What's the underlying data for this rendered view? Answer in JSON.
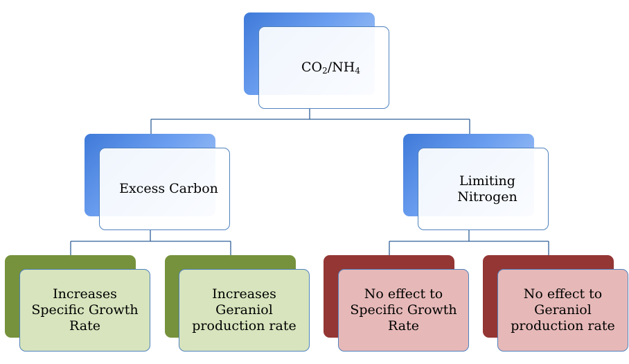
{
  "diagram": {
    "root": {
      "label_main_1": "CO",
      "label_sub_1": "2",
      "label_sep": "/NH",
      "label_sub_2": "4"
    },
    "branches": [
      {
        "label": "Excess Carbon",
        "children": [
          {
            "label": "Increases\nSpecific Growth\nRate"
          },
          {
            "label": "Increases\nGeraniol\nproduction rate"
          }
        ]
      },
      {
        "label": "Limiting\nNitrogen",
        "children": [
          {
            "label": "No effect to\nSpecific Growth\nRate"
          },
          {
            "label": "No effect to\nGeraniol\nproduction rate"
          }
        ]
      }
    ],
    "colors": {
      "blue_back": "#4a84e0",
      "border": "#4f81bd",
      "green_back": "#76923c",
      "green_front": "#d7e4bd",
      "red_back": "#943634",
      "red_front": "#e6b9b8",
      "connector": "#2f5f97"
    }
  }
}
